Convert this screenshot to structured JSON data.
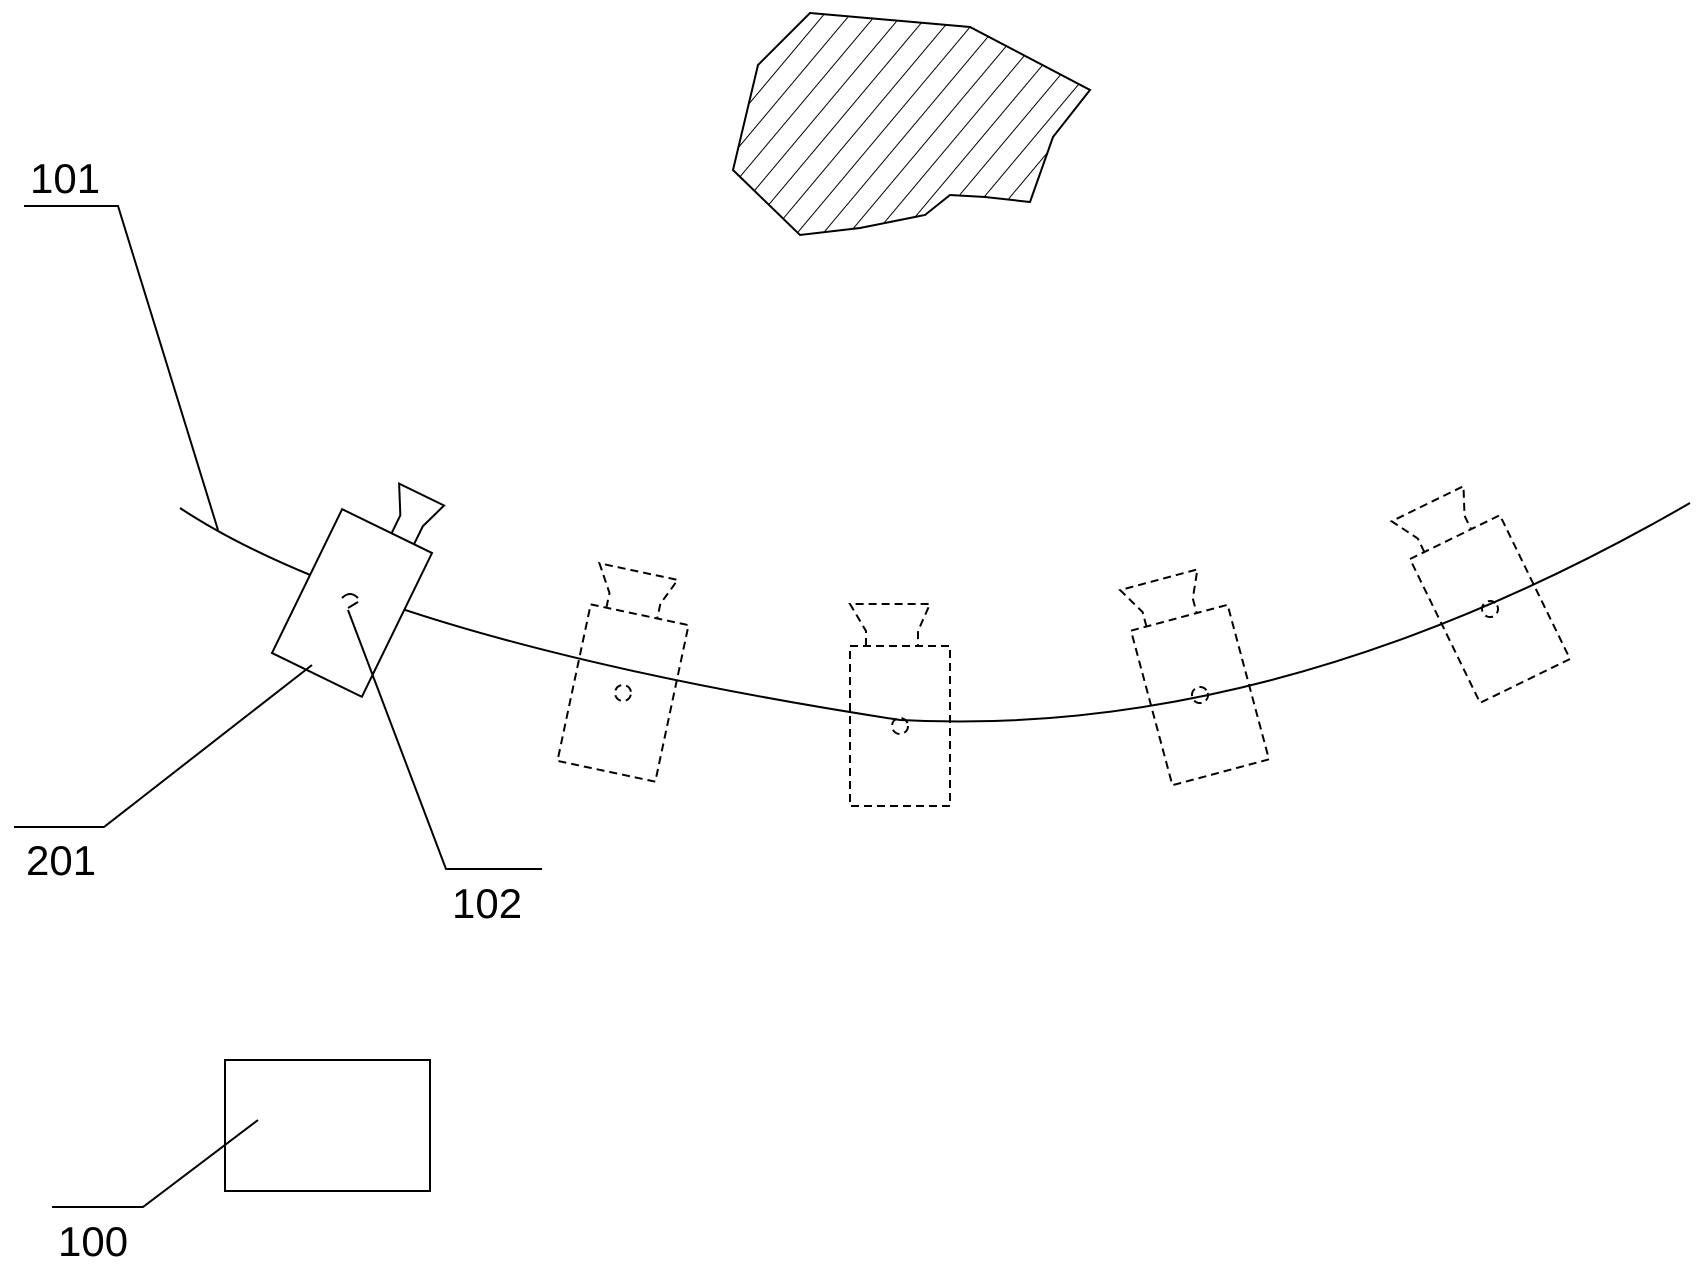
{
  "labels": {
    "rail": "101",
    "pivot": "102",
    "camera": "201",
    "controller": "100"
  }
}
